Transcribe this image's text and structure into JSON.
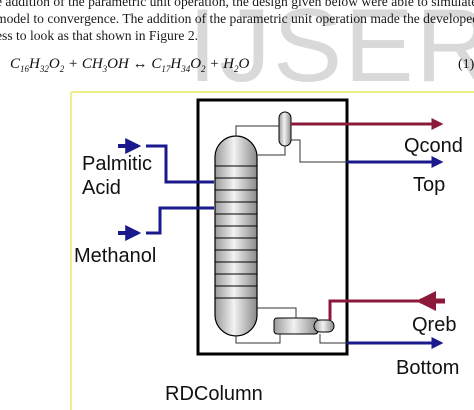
{
  "paper": {
    "line1": "e addition of the parametric unit operation, the design given below were able to simulate",
    "line2": "model to convergence. The addition of the parametric unit operation made the developed A",
    "line3": "ess to look as that shown in Figure 2.",
    "equation_number": "(1)"
  },
  "watermark": "IJSER",
  "equation": {
    "c1": "C",
    "s1": "16",
    "h1": "H",
    "s2": "32",
    "o1": "O",
    "s3": "2",
    "plus1": " + ",
    "methanol": "CH",
    "s4": "3",
    "oh": "OH",
    "arrow": " ↔ ",
    "c2": "C",
    "s5": "17",
    "h2": "H",
    "s6": "34",
    "o2": "O",
    "s7": "2",
    "plus2": " + ",
    "h3": "H",
    "s8": "2",
    "o3": "O"
  },
  "diagram": {
    "feeds": {
      "palmitic_line1": "Palmitic",
      "palmitic_line2": "Acid",
      "methanol": "Methanol"
    },
    "outputs": {
      "qcond": "Qcond",
      "top": "Top",
      "qreb": "Qreb",
      "bottom": "Bottom"
    },
    "block_label": "RDColumn",
    "colors": {
      "feed_stream": "#1a1a8c",
      "heat_stream": "#8b1a3a",
      "frame": "#f0f08a",
      "vessel_fill": "#d0d0d0"
    }
  }
}
